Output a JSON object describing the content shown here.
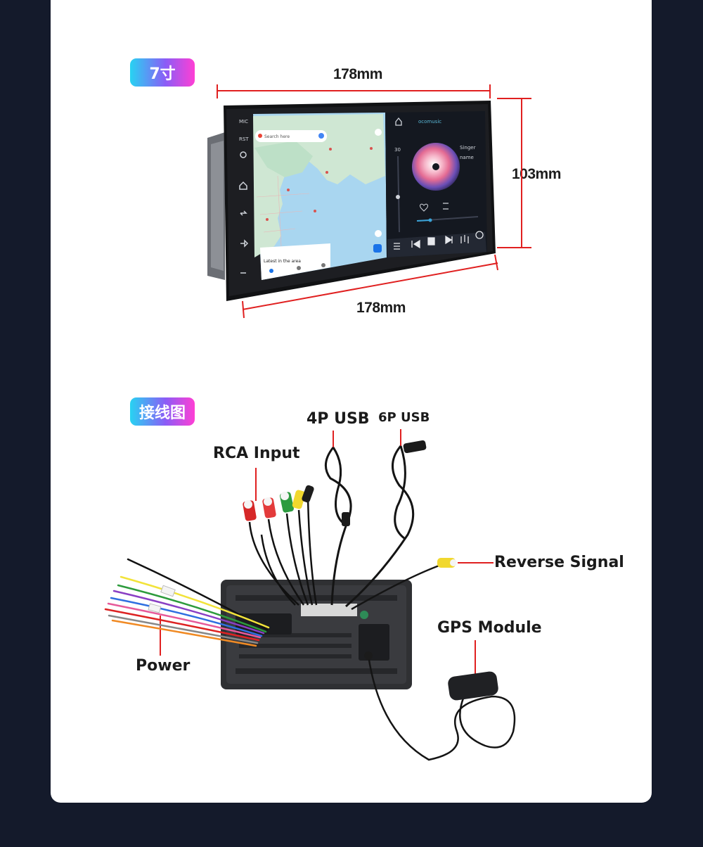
{
  "section1": {
    "badge": "7寸",
    "top_width": "178mm",
    "height": "103mm",
    "bottom_width": "178mm",
    "screen": {
      "side_buttons": [
        "MIC",
        "RST"
      ],
      "map_search_placeholder": "Search here",
      "map_panel_title": "Latest in the area",
      "music_brand": "ocomusic",
      "music_singer": "Singer",
      "music_name": "name",
      "volume": "30"
    }
  },
  "section2": {
    "badge": "接线图",
    "labels": {
      "usb4": "4P USB",
      "usb6": "6P USB",
      "rca": "RCA Input",
      "reverse": "Reverse Signal",
      "gps": "GPS Module",
      "power": "Power"
    }
  },
  "colors": {
    "accent_red": "#e02020",
    "badge_start": "#27d3f2",
    "badge_end": "#ff3fd4",
    "background": "#141a2b"
  }
}
